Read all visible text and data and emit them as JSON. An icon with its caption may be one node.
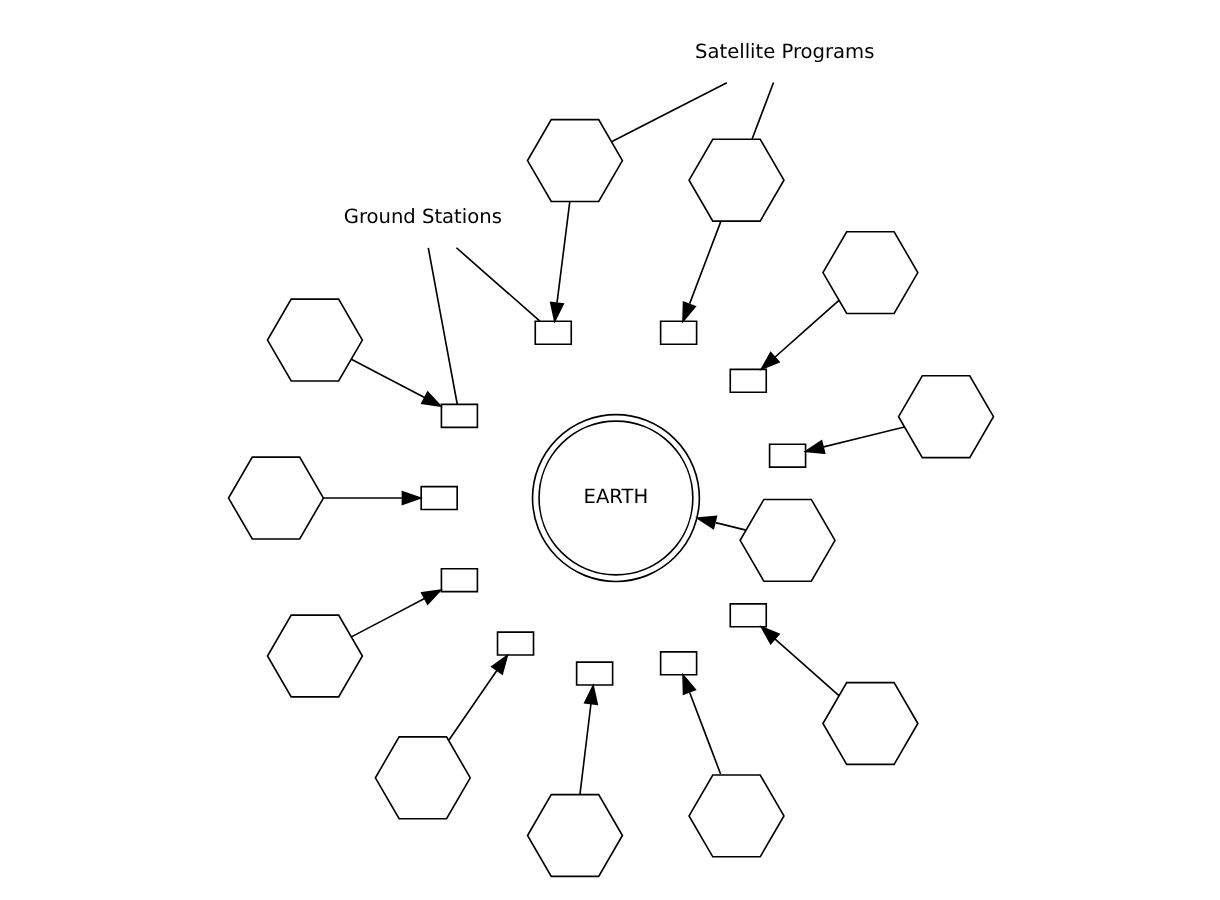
{
  "diagram": {
    "nodes": [
      {
        "text": [
          "EARTH"
        ]
      },
      {
        "text": [],
        "shape": "box"
      },
      {
        "text": [],
        "shape": "box"
      },
      {
        "text": [],
        "shape": "box"
      },
      {
        "text": [],
        "shape": "box"
      },
      {
        "text": [],
        "shape": "box"
      },
      {
        "text": [],
        "shape": "box"
      },
      {
        "text": [],
        "shape": "box"
      },
      {
        "text": [],
        "shape": "box"
      },
      {
        "text": [],
        "shape": "box"
      },
      {
        "text": [],
        "shape": "box"
      },
      {
        "text": [],
        "shape": "box"
      },
      {
        "text": [],
        "shape": "hexagon"
      },
      {
        "text": [],
        "shape": "hexagon"
      },
      {
        "text": [],
        "shape": "hexagon"
      },
      {
        "text": [],
        "shape": "hexagon"
      },
      {
        "text": [],
        "shape": "hexagon"
      },
      {
        "text": [],
        "shape": "hexagon"
      },
      {
        "text": [],
        "shape": "hexagon"
      },
      {
        "text": [],
        "shape": "hexagon"
      },
      {
        "text": [],
        "shape": "hexagon"
      },
      {
        "text": [],
        "shape": "hexagon"
      },
      {
        "text": [],
        "shape": "hexagon"
      },
      {
        "text": [],
        "shape": "hexagon"
      },
      {
        "text": [
          "Satellite Programs"
        ]
      },
      {
        "text": [
          "Ground Stations"
        ]
      }
    ],
    "edges": [
      {
        "from": 12,
        "to": 1,
        "arrow": "to"
      },
      {
        "from": 13,
        "to": 2,
        "arrow": "to"
      },
      {
        "from": 14,
        "to": 3,
        "arrow": "to"
      },
      {
        "from": 15,
        "to": 4,
        "arrow": "to"
      },
      {
        "from": 16,
        "to": 5,
        "arrow": "to"
      },
      {
        "from": 17,
        "to": 6,
        "arrow": "to"
      },
      {
        "from": 18,
        "to": 0,
        "arrow": "to"
      },
      {
        "from": 19,
        "to": 7,
        "arrow": "to"
      },
      {
        "from": 20,
        "to": 8,
        "arrow": "to"
      },
      {
        "from": 21,
        "to": 9,
        "arrow": "to"
      },
      {
        "from": 22,
        "to": 10,
        "arrow": "to"
      },
      {
        "from": 23,
        "to": 11,
        "arrow": "to"
      },
      {
        "from": 24,
        "to": 14,
        "arrow": "none"
      },
      {
        "from": 24,
        "to": 15,
        "arrow": "none"
      },
      {
        "from": 25,
        "to": 4,
        "arrow": "none"
      },
      {
        "from": 25,
        "to": 5,
        "arrow": "none"
      }
    ]
  }
}
